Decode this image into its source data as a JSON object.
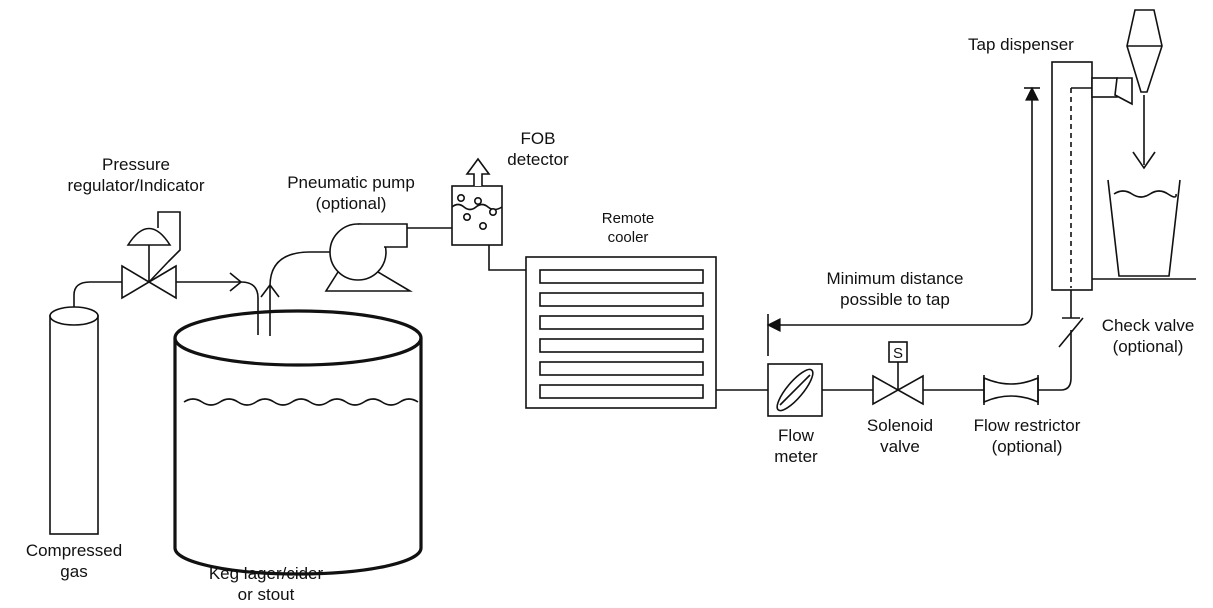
{
  "labels": {
    "compressed_gas": [
      "Compressed",
      "gas"
    ],
    "pressure_regulator": [
      "Pressure",
      "regulator/Indicator"
    ],
    "keg": [
      "Keg lager/cider",
      "or stout"
    ],
    "pneumatic_pump": [
      "Pneumatic pump",
      "(optional)"
    ],
    "fob_detector": [
      "FOB",
      "detector"
    ],
    "remote_cooler": [
      "Remote",
      "cooler"
    ],
    "flow_meter": [
      "Flow",
      "meter"
    ],
    "solenoid_valve": [
      "Solenoid",
      "valve"
    ],
    "solenoid_symbol": "S",
    "flow_restrictor": [
      "Flow restrictor",
      "(optional)"
    ],
    "check_valve": [
      "Check valve",
      "(optional)"
    ],
    "min_distance": [
      "Minimum distance",
      "possible to tap"
    ],
    "tap_dispenser": "Tap dispenser"
  }
}
